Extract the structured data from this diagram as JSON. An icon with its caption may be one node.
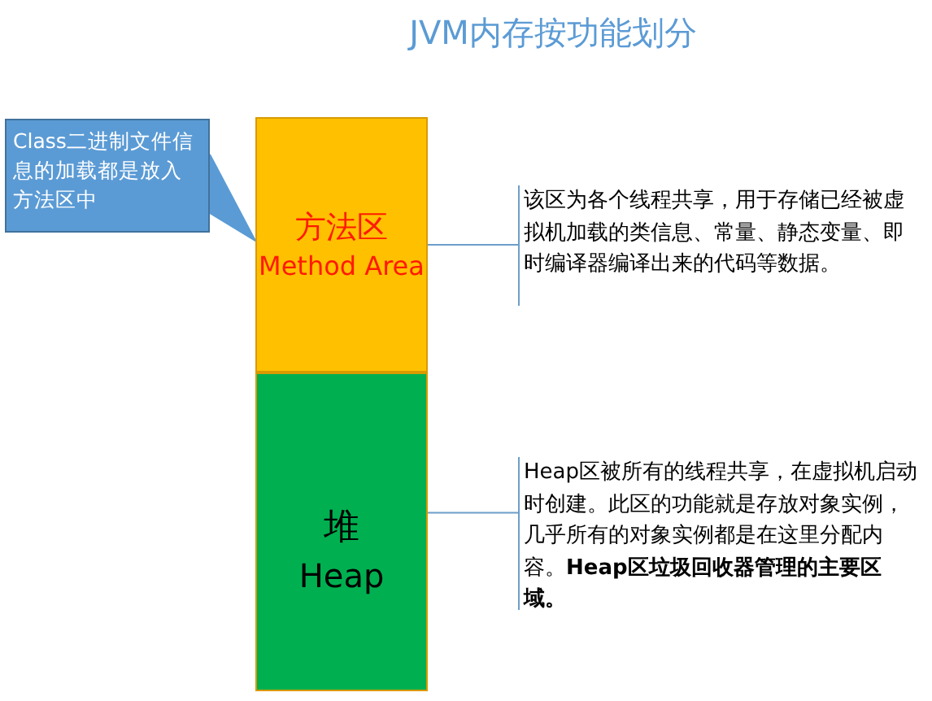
{
  "diagram": {
    "title": "JVM内存按功能划分",
    "nodes": [
      {
        "text": [
          "Class二进制文件信息的加载都是放入方法区中"
        ]
      },
      {
        "text": [
          "方法区",
          "Method Area"
        ]
      },
      {
        "text": [
          "堆",
          "Heap"
        ]
      },
      {
        "text": [
          "该区为各个线程共享，用于存储已经被虚拟机加载的类信息、常量、静态变量、即时编译器编译出来的代码等数据。"
        ]
      },
      {
        "text": [
          "Heap区被所有的线程共享，在虚拟机启动时创建。此区的功能就是存放对象实例，几乎所有的对象实例都是在这里分配内容。**Heap区垃圾回收器管理的主要区域。**"
        ]
      }
    ],
    "edges": [
      {
        "from": 0,
        "to": 1,
        "arrow": "none"
      },
      {
        "from": 1,
        "to": 3,
        "arrow": "none"
      },
      {
        "from": 2,
        "to": 4,
        "arrow": "none"
      }
    ]
  }
}
